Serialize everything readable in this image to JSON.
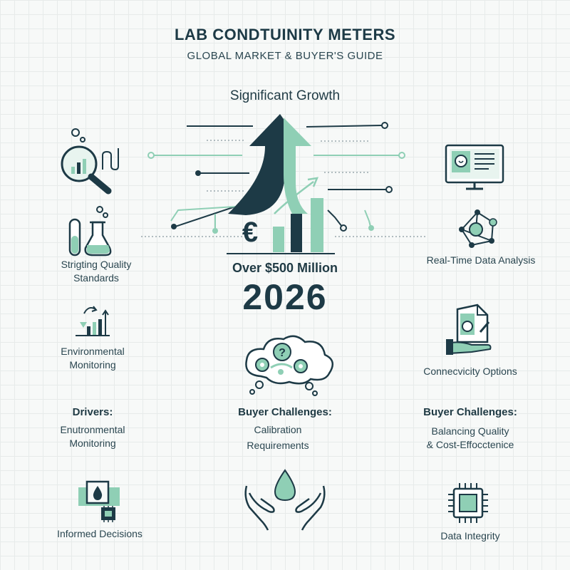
{
  "header": {
    "title": "LAB CONDTUINITY METERS",
    "subtitle": "GLOBAL MARKET & BUYER'S GUIDE"
  },
  "hero": {
    "growth_label": "Significant Growth",
    "currency_symbol": "€",
    "market_value": "Over $500 Million",
    "year": "2026"
  },
  "left_column": {
    "quality_line1": "Strigting Quality",
    "quality_line2": "Standards",
    "environment_line1": "Environmental",
    "environment_line2": "Monitoring",
    "drivers_heading": "Drivers:",
    "drivers_line1": "Enutronmental",
    "drivers_line2": "Monitoring",
    "decisions_label": "Informed Decisions"
  },
  "center_column": {
    "challenges_heading": "Buyer Challenges:",
    "challenges_line1": "Calibration",
    "challenges_line2": "Requirements"
  },
  "right_column": {
    "realtime_label": "Real-Time Data Analysis",
    "connectivity_label": "Connecvicity Options",
    "challenges_heading": "Buyer Challenges:",
    "challenges_line1": "Balancing Quality",
    "challenges_line2": "& Cost-Effocctenice",
    "integrity_label": "Data Integrity"
  },
  "colors": {
    "navy": "#1d3a46",
    "teal": "#8fcfb5",
    "teal_dark": "#5fae94"
  }
}
